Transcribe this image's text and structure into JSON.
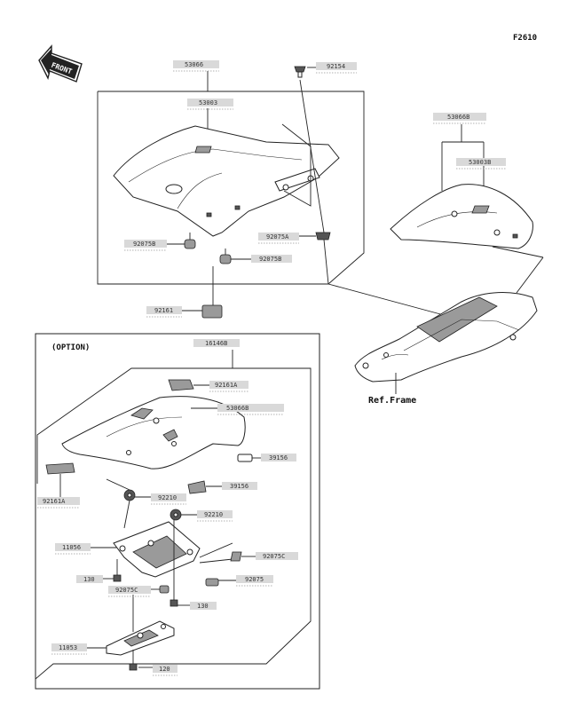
{
  "figure_code": "F2610",
  "front_label": "FRONT",
  "option_title": "(OPTION)",
  "ref_frame": "Ref.Frame",
  "parts": {
    "p53066": "53066",
    "p53003": "53003",
    "p92154": "92154",
    "p53066B": "53066B",
    "p53003B": "53003B",
    "p92075B_l": "92075B",
    "p92075A": "92075A",
    "p92075B_r": "92075B",
    "p92161": "92161",
    "p16146B": "16146B",
    "p92161A_top": "92161A",
    "p53066B_opt": "53066B",
    "p39156_a": "39156",
    "p92161A_left": "92161A",
    "p92210_a": "92210",
    "p39156_b": "39156",
    "p92210_b": "92210",
    "p11056": "11056",
    "p92075C_r": "92075C",
    "p130_l": "130",
    "p92075C_l": "92075C",
    "p92075": "92075",
    "p130_r": "130",
    "p11053": "11053",
    "p120": "120"
  }
}
